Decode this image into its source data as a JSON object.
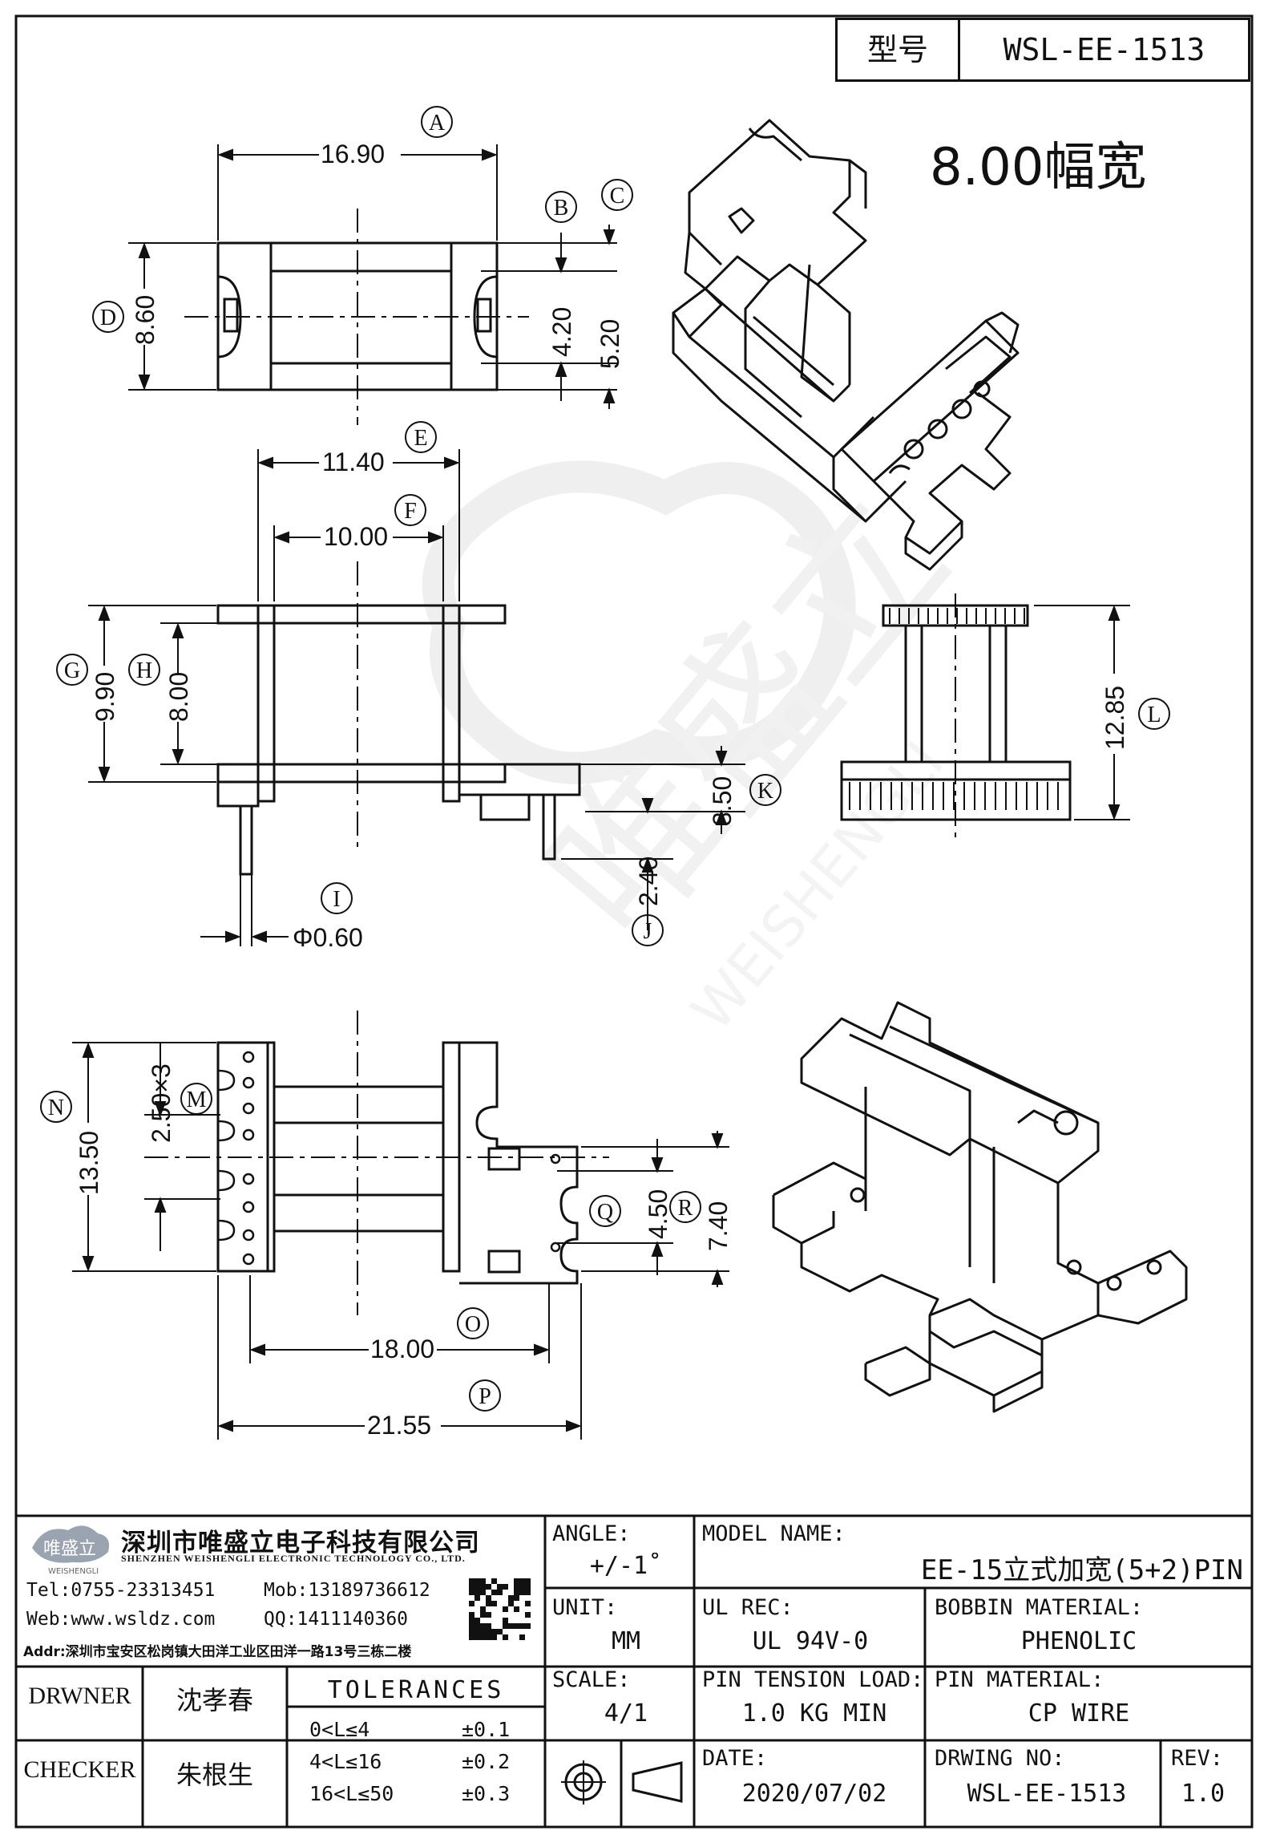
{
  "header": {
    "model_label": "型号",
    "model_value": "WSL-EE-1513"
  },
  "width_note": "8.00幅宽",
  "dimensions": {
    "A": "16.90",
    "B": "4.20",
    "C": "5.20",
    "D": "8.60",
    "E": "11.40",
    "F": "10.00",
    "G": "9.90",
    "H": "8.00",
    "I": "Φ0.60",
    "J": "2.40",
    "K": "3.50",
    "L": "12.85",
    "M": "2.50×3",
    "N": "13.50",
    "O": "18.00",
    "P": "21.55",
    "Q": "4.50",
    "R": "7.40"
  },
  "dim_letters": [
    "A",
    "B",
    "C",
    "D",
    "E",
    "F",
    "G",
    "H",
    "I",
    "J",
    "K",
    "L",
    "M",
    "N",
    "O",
    "P",
    "Q",
    "R"
  ],
  "watermark": {
    "brand_cn": "唯盛立",
    "brand_en": "WEISHENGLI"
  },
  "company": {
    "name_cn": "深圳市唯盛立电子科技有限公司",
    "name_en": "SHENZHEN WEISHENGLI ELECTRONIC TECHNOLOGY CO., LTD.",
    "logo_text": "唯盛立",
    "logo_sub": "WEISHENGLI",
    "tel": "Tel:0755-23313451",
    "mob": "Mob:13189736612",
    "web": "Web:www.wsldz.com",
    "qq": "QQ:1411140360",
    "addr": "Addr:深圳市宝安区松岗镇大田洋工业区田洋一路13号三栋二楼"
  },
  "title_block": {
    "angle_label": "ANGLE:",
    "angle_value": "+/-1˚",
    "model_name_label": "MODEL NAME:",
    "model_name_value": "EE-15立式加宽(5+2)PIN",
    "unit_label": "UNIT:",
    "unit_value": "MM",
    "ul_label": "UL REC:",
    "ul_value": "UL 94V-0",
    "bobbin_label": "BOBBIN MATERIAL:",
    "bobbin_value": "PHENOLIC",
    "scale_label": "SCALE:",
    "scale_value": "4/1",
    "pin_tension_label": "PIN TENSION LOAD:",
    "pin_tension_value": "1.0 KG MIN",
    "pin_material_label": "PIN MATERIAL:",
    "pin_material_value": "CP WIRE",
    "date_label": "DATE:",
    "date_value": "2020/07/02",
    "drawing_no_label": "DRWING NO:",
    "drawing_no_value": "WSL-EE-1513",
    "rev_label": "REV:",
    "rev_value": "1.0",
    "drawer_label": "DRWNER",
    "drawer_value": "沈孝春",
    "checker_label": "CHECKER",
    "checker_value": "朱根生",
    "tolerances_title": "TOLERANCES",
    "tolerances": [
      {
        "range": "0<L≤4",
        "value": "±0.1"
      },
      {
        "range": "4<L≤16",
        "value": "±0.2"
      },
      {
        "range": "16<L≤50",
        "value": "±0.3"
      }
    ]
  }
}
